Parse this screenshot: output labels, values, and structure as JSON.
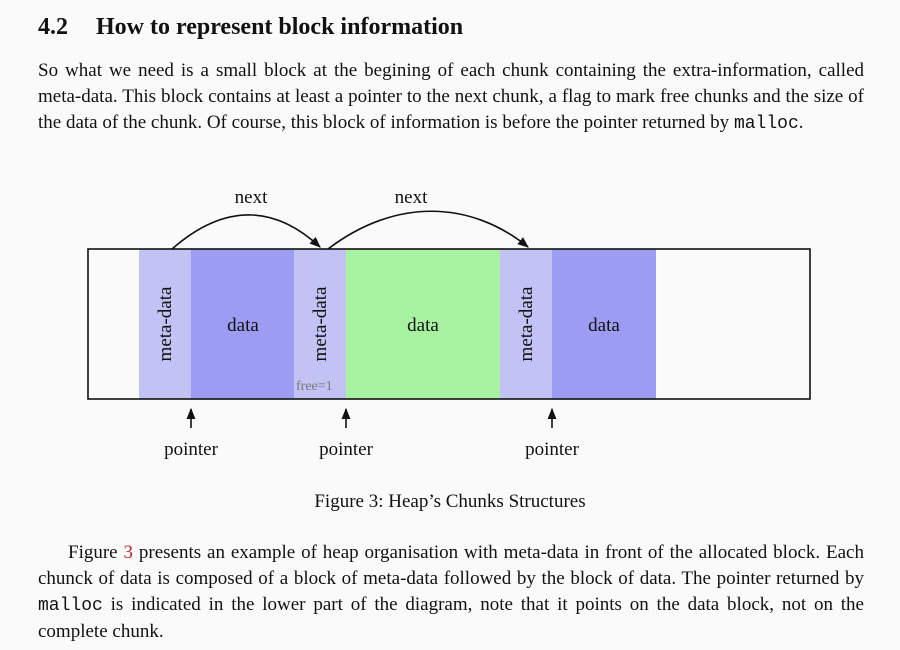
{
  "section": {
    "number": "4.2",
    "title": "How to represent block information"
  },
  "intro": {
    "text_1": "So what we need is a small block at the begining of each chunk containing the extra-information, called meta-data. This block contains at least a pointer to the next chunk, a flag to mark free chunks and the size of the data of the chunk. Of course, this block of information is before the pointer returned by ",
    "code": "malloc",
    "text_2": "."
  },
  "diagram": {
    "arrow_labels": [
      "next",
      "next"
    ],
    "chunks": [
      {
        "meta_label": "meta-data",
        "data_label": "data",
        "free": false,
        "pointer_label": "pointer"
      },
      {
        "meta_label": "meta-data",
        "data_label": "data",
        "free": true,
        "free_label": "free=1",
        "pointer_label": "pointer"
      },
      {
        "meta_label": "meta-data",
        "data_label": "data",
        "free": false,
        "pointer_label": "pointer"
      }
    ],
    "colors": {
      "meta": "#c2c2f5",
      "data": "#9c9cf3",
      "free_data": "#a7f2a0",
      "border": "#111111",
      "background": "#fafafa"
    }
  },
  "figure": {
    "caption": "Figure 3: Heap’s Chunks Structures"
  },
  "body": {
    "prefix": "Figure ",
    "ref": "3",
    "text_1": " presents an example of heap organisation with meta-data in front of the allocated block. Each chunck of data is composed of a block of meta-data followed by the block of data. The pointer returned by ",
    "code": "malloc",
    "text_2": " is indicated in the lower part of the diagram, note that it points on the data block, not on the complete chunk."
  }
}
